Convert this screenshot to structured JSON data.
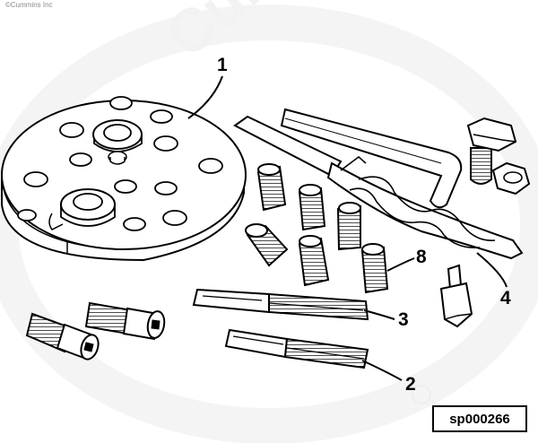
{
  "copyright": "©Cummins Inc",
  "watermark": "Cummins",
  "callouts": {
    "c1": "1",
    "c2": "2",
    "c3": "3",
    "c4": "4",
    "c8": "8"
  },
  "figure_ref": "sp000266",
  "colors": {
    "line": "#000000",
    "fill": "#ffffff",
    "shade": "#bdbdbd",
    "watermark": "#f2f2f2"
  }
}
